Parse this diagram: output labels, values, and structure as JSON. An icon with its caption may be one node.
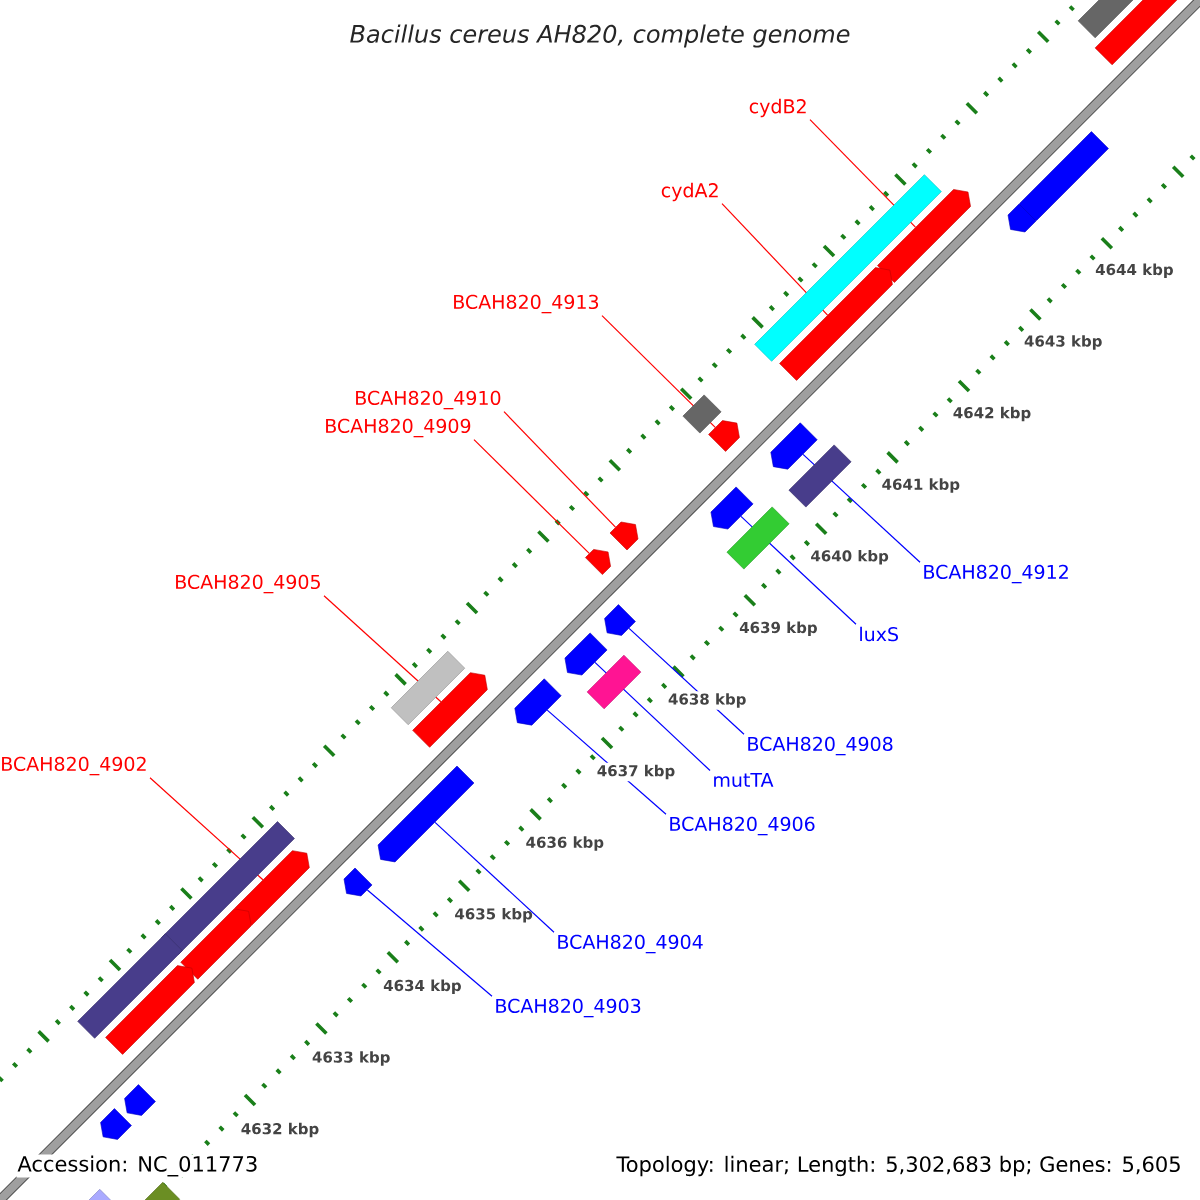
{
  "diagram": {
    "title": "Bacillus cereus AH820, complete genome",
    "nodes": [
      {
        "text": [
          "cydB2"
        ]
      },
      {
        "text": [
          "cydA2"
        ]
      },
      {
        "text": [
          "BCAH820_4913"
        ]
      },
      {
        "text": [
          "BCAH820_4910"
        ]
      },
      {
        "text": [
          "BCAH820_4909"
        ]
      },
      {
        "text": [
          "BCAH820_4905"
        ]
      },
      {
        "text": [
          "BCAH820_4902"
        ]
      },
      {
        "text": [
          "BCAH820_4912"
        ]
      },
      {
        "text": [
          "luxS"
        ]
      },
      {
        "text": [
          "BCAH820_4908"
        ]
      },
      {
        "text": [
          "mutTA"
        ]
      },
      {
        "text": [
          "BCAH820_4906"
        ]
      },
      {
        "text": [
          "BCAH820_4904"
        ]
      },
      {
        "text": [
          "BCAH820_4903"
        ]
      },
      {
        "text": [],
        "shape": "arrow"
      },
      {
        "text": [],
        "shape": "arrow"
      },
      {
        "text": [],
        "shape": "arrow"
      },
      {
        "text": [],
        "shape": "arrow"
      },
      {
        "text": [],
        "shape": "arrow"
      },
      {
        "text": [],
        "shape": "arrow"
      },
      {
        "text": [],
        "shape": "arrow"
      },
      {
        "text": [],
        "shape": "arrow"
      },
      {
        "text": [],
        "shape": "arrow"
      },
      {
        "text": [],
        "shape": "arrow"
      },
      {
        "text": [],
        "shape": "arrow"
      },
      {
        "text": [],
        "shape": "arrow"
      },
      {
        "text": [],
        "shape": "arrow"
      },
      {
        "text": [],
        "shape": "arrow"
      },
      {
        "text": [],
        "shape": "arrow"
      },
      {
        "text": [],
        "shape": "arrow"
      },
      {
        "text": [],
        "shape": "arrow"
      },
      {
        "text": [],
        "shape": "arrow"
      },
      {
        "text": [],
        "shape": "arrow"
      },
      {
        "text": [],
        "shape": "arrow"
      },
      {
        "text": [],
        "shape": "arrow"
      },
      {
        "text": [],
        "shape": "arrow"
      }
    ],
    "edges": [
      {
        "from": 0,
        "to": 14,
        "arrow": "none",
        "color": "#ff0000"
      },
      {
        "from": 1,
        "to": 15,
        "arrow": "none",
        "color": "#ff0000"
      },
      {
        "from": 2,
        "to": 16,
        "arrow": "none",
        "color": "#ff0000"
      },
      {
        "from": 3,
        "to": 17,
        "arrow": "none",
        "color": "#ff0000"
      },
      {
        "from": 4,
        "to": 18,
        "arrow": "none",
        "color": "#ff0000"
      },
      {
        "from": 5,
        "to": 19,
        "arrow": "none",
        "color": "#ff0000"
      },
      {
        "from": 6,
        "to": 20,
        "arrow": "none",
        "color": "#ff0000"
      },
      {
        "from": 7,
        "to": 21,
        "arrow": "none",
        "color": "#0000ff"
      },
      {
        "from": 8,
        "to": 22,
        "arrow": "none",
        "color": "#0000ff"
      },
      {
        "from": 9,
        "to": 23,
        "arrow": "none",
        "color": "#0000ff"
      },
      {
        "from": 10,
        "to": 24,
        "arrow": "none",
        "color": "#0000ff"
      },
      {
        "from": 11,
        "to": 25,
        "arrow": "none",
        "color": "#0000ff"
      },
      {
        "from": 12,
        "to": 26,
        "arrow": "none",
        "color": "#0000ff"
      },
      {
        "from": 13,
        "to": 27,
        "arrow": "none",
        "color": "#0000ff"
      }
    ],
    "labels": [
      "4644 kbp",
      "4643 kbp",
      "4642 kbp",
      "4641 kbp",
      "4640 kbp",
      "4639 kbp",
      "4638 kbp",
      "4637 kbp",
      "4636 kbp",
      "4635 kbp",
      "4634 kbp",
      "4633 kbp",
      "4632 kbp",
      "Accession: NC_011773",
      "Topology: linear; Length: 5,302,683 bp; Genes: 5,605"
    ]
  }
}
